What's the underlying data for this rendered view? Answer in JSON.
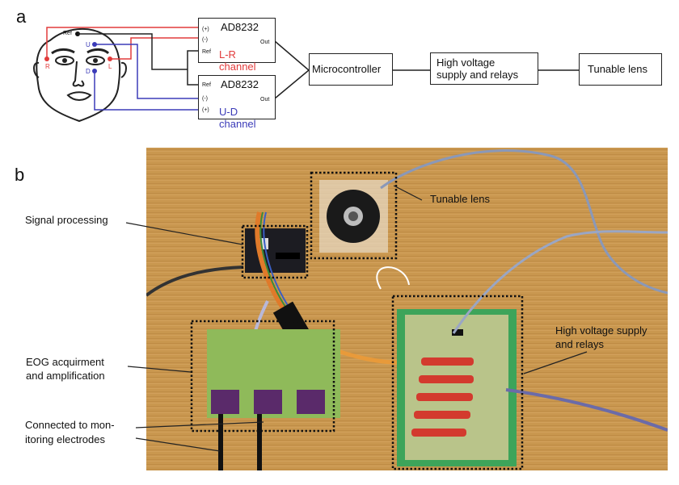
{
  "panel_a": {
    "label": "a",
    "face_electrodes": {
      "ref": "Ref",
      "u": "U",
      "d": "D",
      "r": "R",
      "l": "L"
    },
    "amplifier_top": {
      "title": "AD8232",
      "pin_plus": "(+)",
      "pin_minus": "(-)",
      "pin_ref": "Ref",
      "pin_out": "Out",
      "channel": "L-R channel"
    },
    "amplifier_bottom": {
      "title": "AD8232",
      "pin_ref": "Ref",
      "pin_minus": "(-)",
      "pin_plus": "(+)",
      "pin_out": "Out",
      "channel": "U-D channel"
    },
    "blocks": [
      {
        "label": "Microcontroller"
      },
      {
        "label_line1": "High voltage",
        "label_line2": "supply and relays"
      },
      {
        "label": "Tunable lens"
      }
    ],
    "colors": {
      "lr_channel": "#e23b3b",
      "ud_channel": "#3b3bb8",
      "ref_wire": "#222222"
    }
  },
  "panel_b": {
    "label": "b",
    "callouts": {
      "signal_processing": "Signal processing",
      "tunable_lens": "Tunable lens",
      "eog_line1": "EOG acquirment",
      "eog_line2": "and amplification",
      "electrodes_line1": "Connected to mon-",
      "electrodes_line2": "itoring electrodes",
      "hv_line1": "High voltage supply",
      "hv_line2": "and relays"
    }
  }
}
